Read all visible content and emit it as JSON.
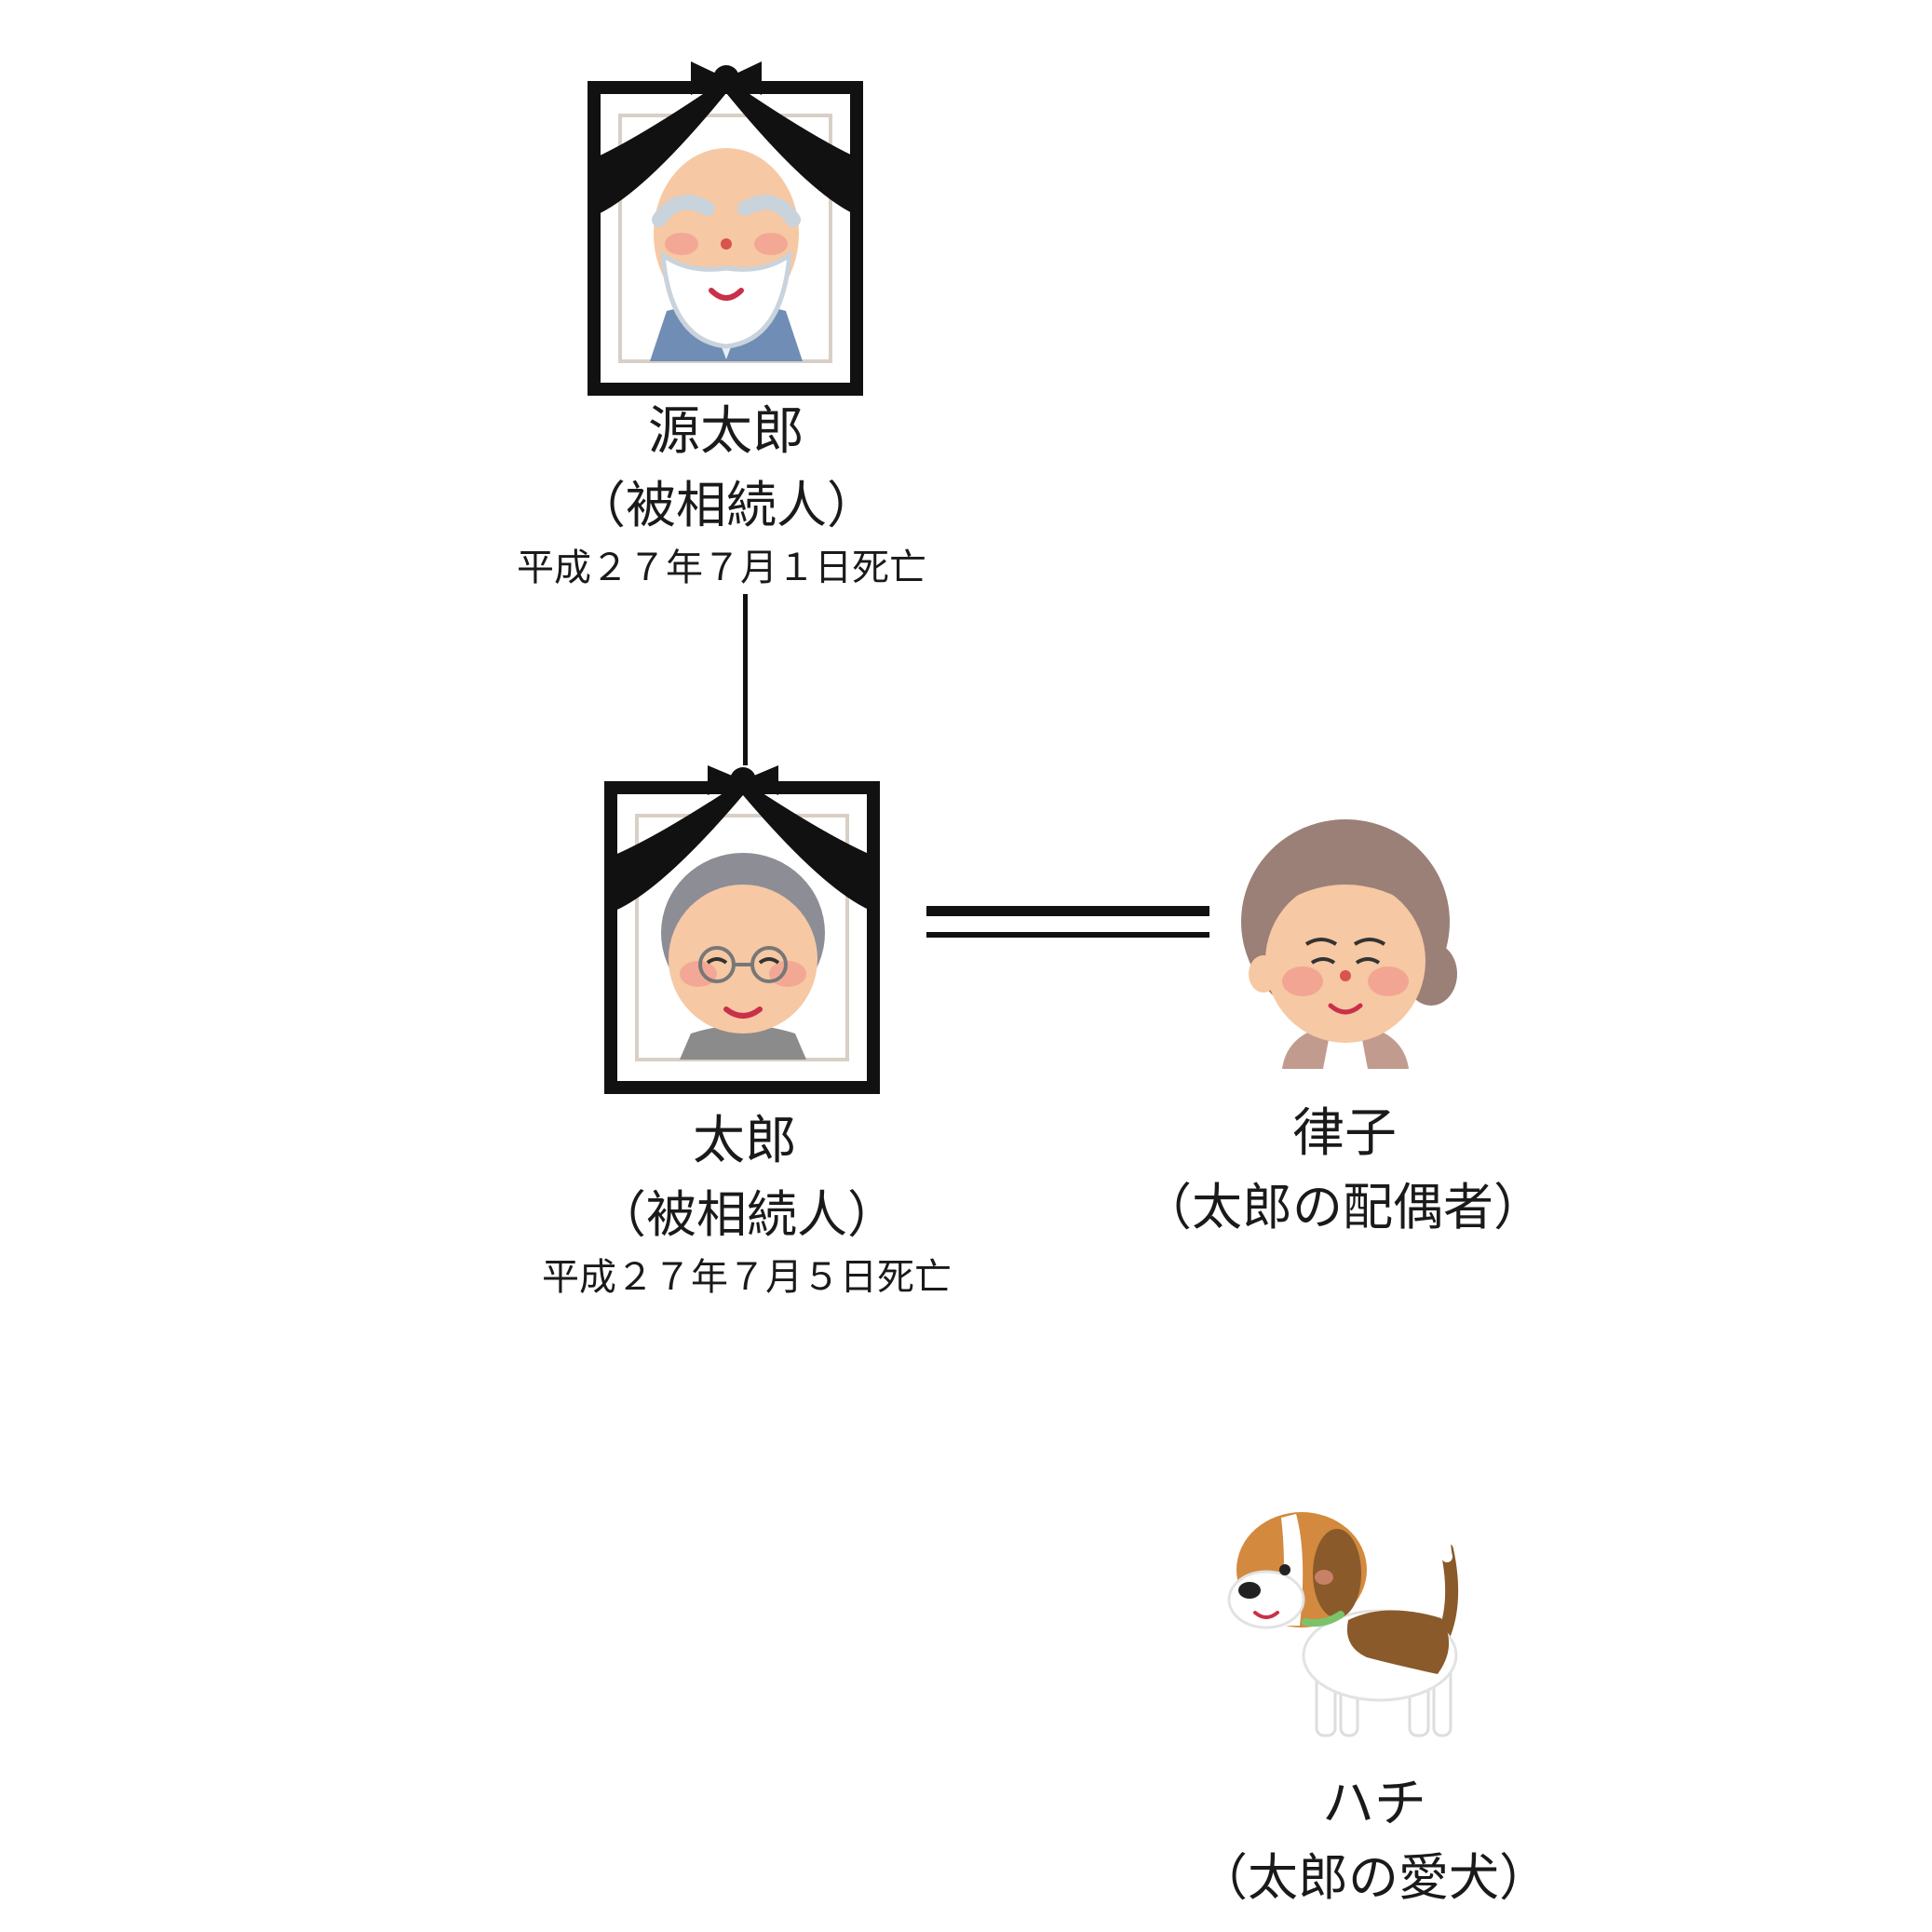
{
  "people": {
    "gentaro": {
      "name": "源太郎",
      "role": "（被相続人）",
      "death": "平成２７年７月１日死亡",
      "portrait_icon": "memorial-portrait-bald-elder-icon"
    },
    "taro": {
      "name": "太郎",
      "role": "（被相続人）",
      "death": "平成２７年７月５日死亡",
      "portrait_icon": "memorial-portrait-elder-glasses-icon"
    },
    "ritsuko": {
      "name": "律子",
      "role": "（太郎の配偶者）",
      "portrait_icon": "elderly-woman-icon"
    },
    "hachi": {
      "name": "ハチ",
      "role": "（太郎の愛犬）",
      "portrait_icon": "beagle-dog-icon"
    }
  },
  "relations": [
    {
      "from": "gentaro",
      "to": "taro",
      "kind": "parent-child"
    },
    {
      "from": "taro",
      "to": "ritsuko",
      "kind": "spouse"
    }
  ],
  "colors": {
    "mourning_ribbon": "#111111",
    "frame": "#111111",
    "mat": "#d8cfc6",
    "text": "#1a1a1a"
  }
}
